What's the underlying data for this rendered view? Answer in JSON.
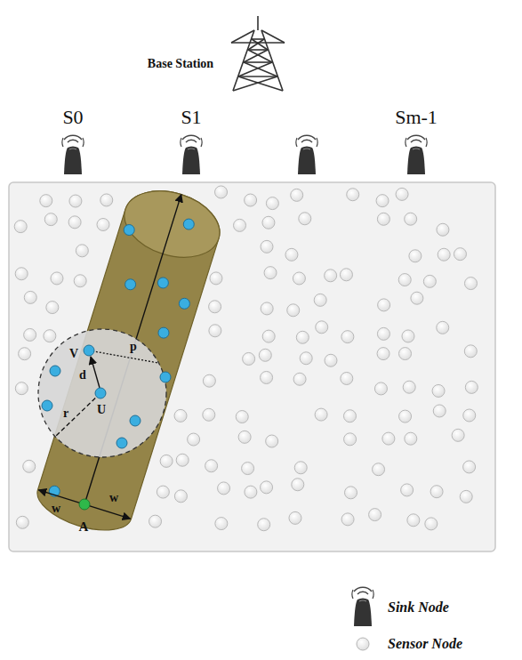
{
  "diagram": {
    "labels": [
      "Base Station",
      "S0",
      "S1",
      "Sm-1",
      "V",
      "d",
      "p",
      "r",
      "U",
      "w",
      "w",
      "A"
    ],
    "legend": [
      {
        "text": "Sink Node"
      },
      {
        "text": "Sensor Node"
      }
    ]
  }
}
